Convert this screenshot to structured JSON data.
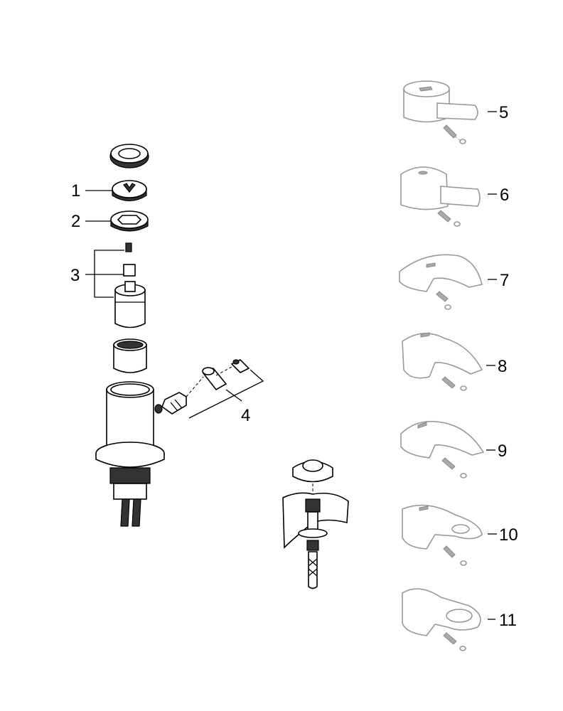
{
  "diagram": {
    "callouts": [
      "1",
      "2",
      "3",
      "4",
      "5",
      "6",
      "7",
      "8",
      "9",
      "10",
      "11"
    ],
    "colors": {
      "main_parts": "#000000",
      "handle_variants": "#999999"
    }
  }
}
